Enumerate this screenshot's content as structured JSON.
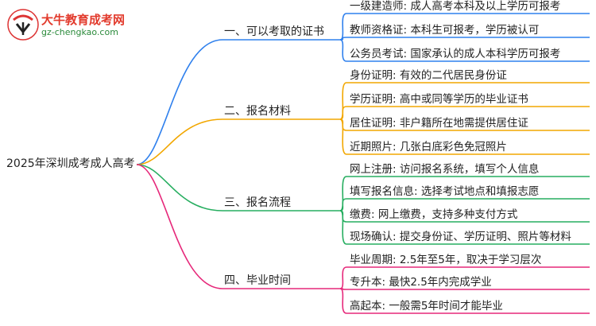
{
  "logo": {
    "title": "大牛教育成考网",
    "url": "gz-chengkao.com"
  },
  "mindmap": {
    "root": "2025年深圳成考成人高考",
    "branches": [
      {
        "label": "一、可以考取的证书",
        "color": "#2f80ed",
        "leaves": [
          "一级建造师: 成人高考本科及以上学历可报考",
          "教师资格证: 本科生可报考，学历被认可",
          "公务员考试: 国家承认的成人本科学历可报考"
        ]
      },
      {
        "label": "二、报名材料",
        "color": "#f2a700",
        "leaves": [
          "身份证明: 有效的二代居民身份证",
          "学历证明: 高中或同等学历的毕业证书",
          "居住证明: 非户籍所在地需提供居住证",
          "近期照片: 几张白底彩色免冠照片"
        ]
      },
      {
        "label": "三、报名流程",
        "color": "#27ae60",
        "leaves": [
          "网上注册: 访问报名系统，填写个人信息",
          "填写报名信息: 选择考试地点和填报志愿",
          "缴费: 网上缴费，支持多种支付方式",
          "现场确认: 提交身份证、学历证明、照片等材料"
        ]
      },
      {
        "label": "四、毕业时间",
        "color": "#e6287a",
        "leaves": [
          "毕业周期: 2.5年至5年，取决于学习层次",
          "专升本: 最快2.5年内完成学业",
          "高起本: 一般需5年时间才能毕业"
        ]
      }
    ]
  }
}
